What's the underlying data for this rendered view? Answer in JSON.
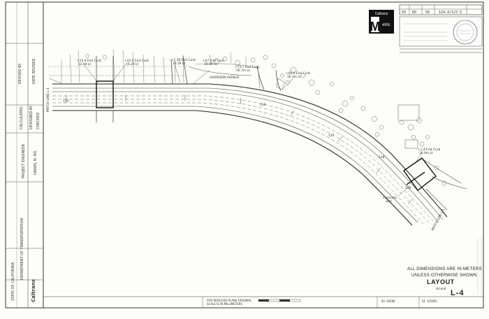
{
  "sheet": {
    "title": "LAYOUT",
    "sheet_number": "L-4",
    "scale_label": "SCALE",
    "note_line1": "ALL DIMENSIONS ARE IN METERS",
    "note_line2": "UNLESS OTHERWISE SHOWN"
  },
  "logo": {
    "top_text": "Caltrans",
    "bottom_text": "etric",
    "letter": "M"
  },
  "title_block": {
    "dist": "03",
    "county": "ED",
    "route": "50",
    "post_miles": "124.4/127.5"
  },
  "left_strip": {
    "state": "STATE OF CALIFORNIA",
    "department": "DEPARTMENT OF TRANSPORTATION",
    "checked": "CHECKED",
    "calculated": "CALCULATED",
    "designed": "DESIGNED BY",
    "revised_by": "REVISED BY",
    "date_revised": "DATE REVISED",
    "engineer": "DANIEL N. NG",
    "project_engineer": "PROJECT ENGINEER",
    "caltrans": "Caltrans"
  },
  "annotations": {
    "end_curb_1": "+15.9 End Curb",
    "end_curb_1b": "12.04 Lt",
    "end_curb_2": "+43.5 End Curb",
    "end_curb_2b": "16.29 Lt",
    "end_curb_3": "+1.30 End Curb",
    "end_curb_3b": "16.59 Lt",
    "end_curb_4": "+67 End Curb",
    "end_curb_4b": "16.28 Lt",
    "end_curb_5": "+73.7 End Curb",
    "end_curb_5b": "16.7m Lt",
    "end_curb_6": "+68.0 End Curb",
    "end_curb_6b": "16.3m Lt",
    "end_curb_7": "+1.4 End Curb",
    "end_curb_7b": "16.0m Lt",
    "harrison": "HARRISON AVENUE",
    "concrete": "Concrete",
    "wall": "wall",
    "match_line_top": "MATCH LINE L-3",
    "match_line_bottom": "MATCH LINE L-5",
    "station_135": "135",
    "station_136": "136",
    "station_137": "137",
    "station_138": "138",
    "station_139": "139"
  },
  "footer": {
    "reduced_plans": "FOR REDUCED PLANS ORIGINAL",
    "scale_meters": "SCALE IS IN MILLIMETERS",
    "proj": "EA 435891",
    "file": "03-10280"
  }
}
